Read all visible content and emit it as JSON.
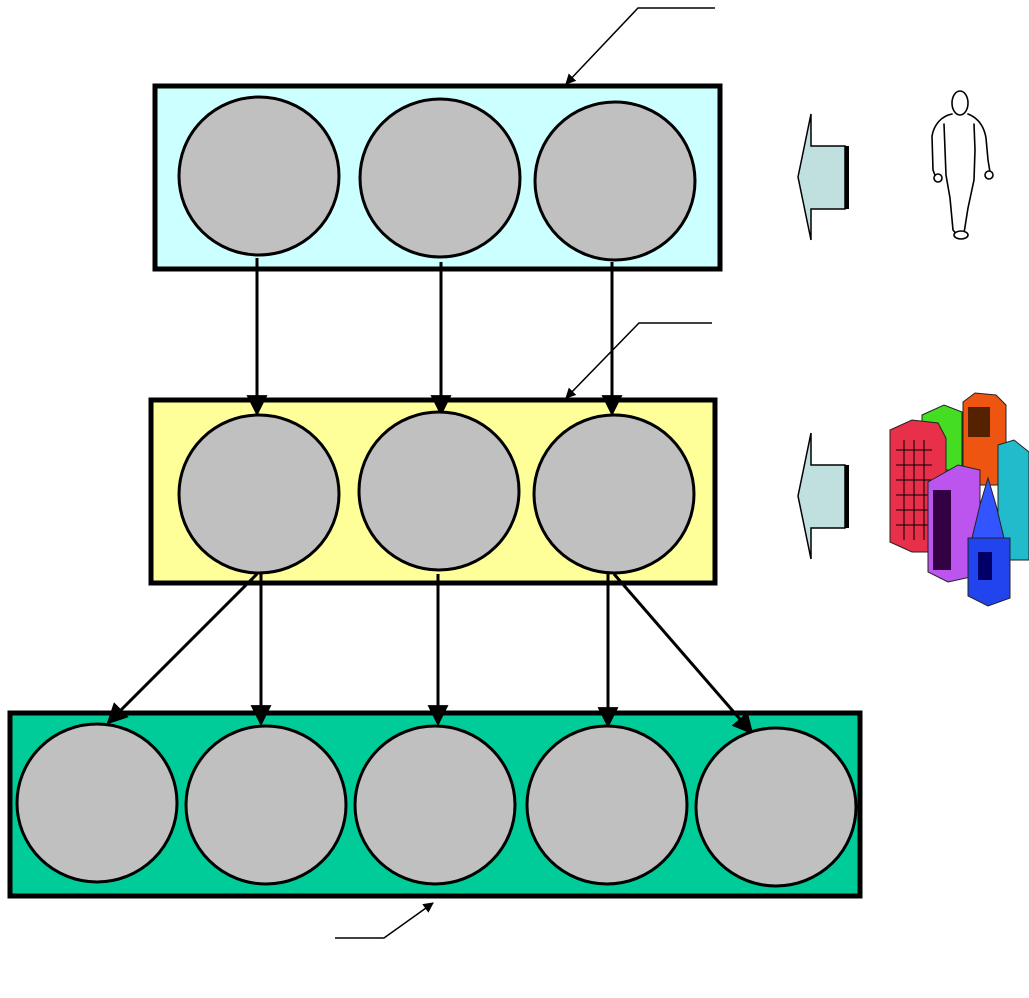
{
  "colors": {
    "background": "#ffffff",
    "outline": "#000000",
    "node_fill": "#c0c0c0",
    "tier1_fill": "#ccffff",
    "tier2_fill": "#ffff99",
    "tier3_fill": "#00cc99",
    "side_arrow_fill": "#c0e0e0"
  },
  "tiers": [
    {
      "name": "tier-top",
      "nodes": 3,
      "fill_key": "tier1_fill"
    },
    {
      "name": "tier-middle",
      "nodes": 3,
      "fill_key": "tier2_fill"
    },
    {
      "name": "tier-bottom",
      "nodes": 5,
      "fill_key": "tier3_fill"
    }
  ],
  "connections": [
    {
      "from": [
        0,
        0
      ],
      "to": [
        1,
        0
      ]
    },
    {
      "from": [
        0,
        1
      ],
      "to": [
        1,
        1
      ]
    },
    {
      "from": [
        0,
        2
      ],
      "to": [
        1,
        2
      ]
    },
    {
      "from": [
        1,
        0
      ],
      "to": [
        2,
        0
      ]
    },
    {
      "from": [
        1,
        0
      ],
      "to": [
        2,
        1
      ]
    },
    {
      "from": [
        1,
        1
      ],
      "to": [
        2,
        2
      ]
    },
    {
      "from": [
        1,
        2
      ],
      "to": [
        2,
        3
      ]
    },
    {
      "from": [
        1,
        2
      ],
      "to": [
        2,
        4
      ]
    }
  ],
  "icons": {
    "person": "person-icon",
    "buildings": "city-buildings-icon",
    "side_arrow": "left-arrow-icon"
  }
}
